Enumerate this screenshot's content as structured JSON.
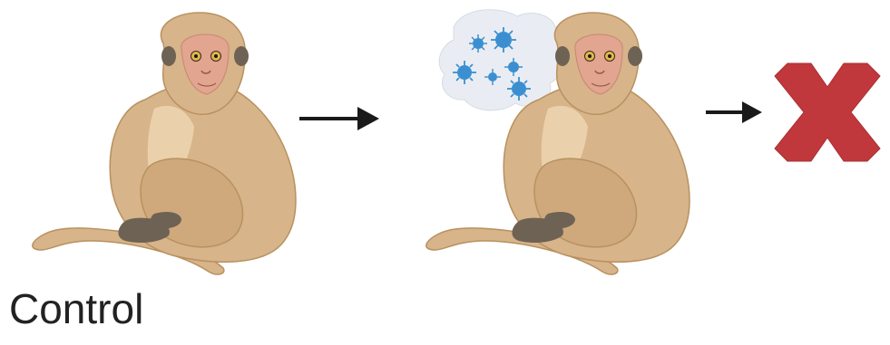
{
  "caption": "Control",
  "colors": {
    "fur": "#D7B48A",
    "fur_light": "#EFD8B4",
    "fur_shadow": "#B8915F",
    "face": "#E2A58F",
    "face_dark": "#C98673",
    "eye": "#E0B84A",
    "dark_fur": "#6E6254",
    "arrow": "#1A1A1A",
    "cross": "#C0383B",
    "cloud": "#E9EDF3",
    "virus": "#3B8FD0"
  },
  "icons": {
    "subject_control": "monkey-illustration",
    "subject_infected": "monkey-illustration",
    "pathogen": "virus-cloud-icon",
    "outcome": "red-cross-icon"
  }
}
